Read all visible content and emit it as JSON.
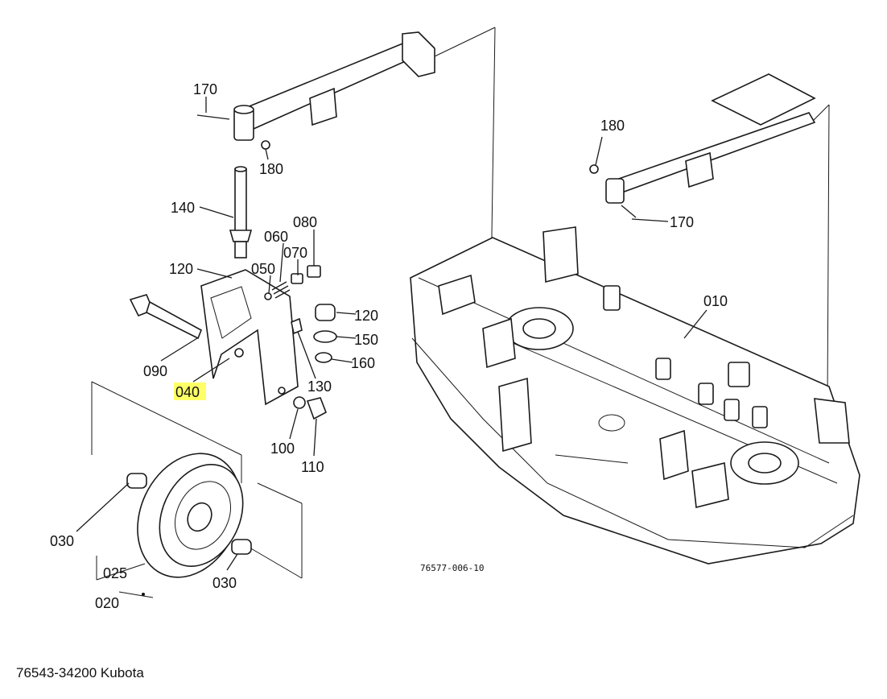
{
  "diagram": {
    "drawing_number": "76577-006-10",
    "highlight_color": "#ffff66",
    "labels": {
      "l170a": "170",
      "l180a": "180",
      "l140": "140",
      "l080": "080",
      "l060": "060",
      "l070": "070",
      "l050": "050",
      "l120a": "120",
      "l120b": "120",
      "l150": "150",
      "l160": "160",
      "l090": "090",
      "l040": "040",
      "l130": "130",
      "l100": "100",
      "l110": "110",
      "l030a": "030",
      "l030b": "030",
      "l025": "025",
      "l020": "020",
      "l180b": "180",
      "l170b": "170",
      "l010": "010"
    }
  },
  "caption": "76543-34200 Kubota"
}
